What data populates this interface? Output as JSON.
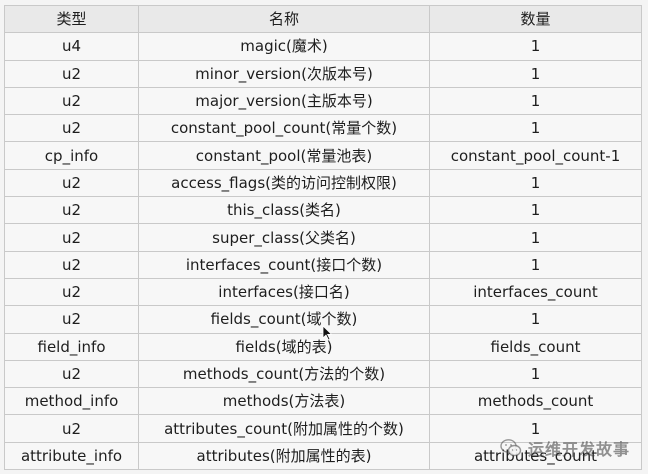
{
  "table": {
    "headers": [
      "类型",
      "名称",
      "数量"
    ],
    "rows": [
      [
        "u4",
        "magic(魔术)",
        "1"
      ],
      [
        "u2",
        "minor_version(次版本号)",
        "1"
      ],
      [
        "u2",
        "major_version(主版本号)",
        "1"
      ],
      [
        "u2",
        "constant_pool_count(常量个数)",
        "1"
      ],
      [
        "cp_info",
        "constant_pool(常量池表)",
        "constant_pool_count-1"
      ],
      [
        "u2",
        "access_flags(类的访问控制权限)",
        "1"
      ],
      [
        "u2",
        "this_class(类名)",
        "1"
      ],
      [
        "u2",
        "super_class(父类名)",
        "1"
      ],
      [
        "u2",
        "interfaces_count(接口个数)",
        "1"
      ],
      [
        "u2",
        "interfaces(接口名)",
        "interfaces_count"
      ],
      [
        "u2",
        "fields_count(域个数)",
        "1"
      ],
      [
        "field_info",
        "fields(域的表)",
        "fields_count"
      ],
      [
        "u2",
        "methods_count(方法的个数)",
        "1"
      ],
      [
        "method_info",
        "methods(方法表)",
        "methods_count"
      ],
      [
        "u2",
        "attributes_count(附加属性的个数)",
        "1"
      ],
      [
        "attribute_info",
        "attributes(附加属性的表)",
        "attributes_count"
      ]
    ]
  },
  "watermark": {
    "text": "运维开发故事",
    "icon": "wechat-icon"
  },
  "cursor": {
    "icon": "mouse-pointer-icon"
  }
}
